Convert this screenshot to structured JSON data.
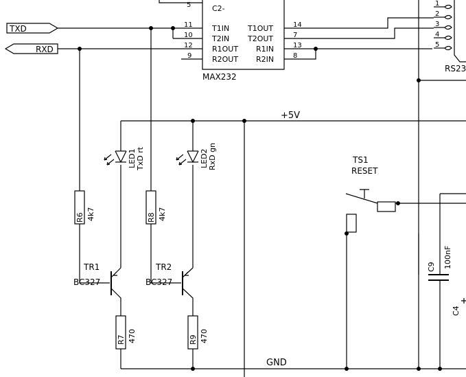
{
  "ic": {
    "name": "MAX232",
    "pin_labels": {
      "c2minus": "C2-",
      "t1in": "T1IN",
      "t2in": "T2IN",
      "r1out": "R1OUT",
      "r2out": "R2OUT",
      "t1out": "T1OUT",
      "t2out": "T2OUT",
      "r1in": "R1IN",
      "r2in": "R2IN"
    },
    "pin_numbers": {
      "p5": "5",
      "p11": "11",
      "p10": "10",
      "p12": "12",
      "p9": "9",
      "p14": "14",
      "p7": "7",
      "p13": "13",
      "p8": "8"
    }
  },
  "connector": {
    "name": "RS23",
    "pins": [
      "1",
      "2",
      "3",
      "4",
      "5"
    ]
  },
  "ports": {
    "txd": "TXD",
    "rxd": "RXD"
  },
  "rails": {
    "vcc": "+5V",
    "gnd": "GND"
  },
  "leds": [
    {
      "ref": "LED1",
      "desc": "TxD rt"
    },
    {
      "ref": "LED2",
      "desc": "RxD gn"
    }
  ],
  "resistors": [
    {
      "ref": "R6",
      "value": "4k7"
    },
    {
      "ref": "R8",
      "value": "4k7"
    },
    {
      "ref": "R7",
      "value": "470"
    },
    {
      "ref": "R9",
      "value": "470"
    }
  ],
  "transistors": [
    {
      "ref": "TR1",
      "type": "BC327"
    },
    {
      "ref": "TR2",
      "type": "BC327"
    }
  ],
  "switch": {
    "ref": "TS1",
    "label": "RESET"
  },
  "capacitors": [
    {
      "ref": "C9",
      "value": "100nF"
    },
    {
      "ref": "C4",
      "value": ""
    }
  ]
}
